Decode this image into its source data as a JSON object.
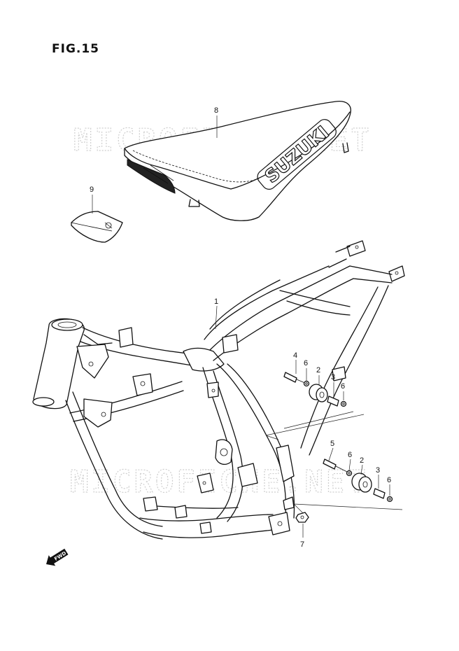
{
  "figure": {
    "title": "FIG.15"
  },
  "watermarks": [
    "MICROFICHE.NET",
    "MICROFICHE.NET"
  ],
  "seat_logo": "SUZUKI",
  "fwd_label": "FWD",
  "callouts": [
    {
      "id": "c1",
      "label": "1"
    },
    {
      "id": "c2a",
      "label": "2"
    },
    {
      "id": "c2b",
      "label": "2"
    },
    {
      "id": "c3a",
      "label": "3"
    },
    {
      "id": "c3b",
      "label": "3"
    },
    {
      "id": "c4",
      "label": "4"
    },
    {
      "id": "c5",
      "label": "5"
    },
    {
      "id": "c6a",
      "label": "6"
    },
    {
      "id": "c6b",
      "label": "6"
    },
    {
      "id": "c6c",
      "label": "6"
    },
    {
      "id": "c6d",
      "label": "6"
    },
    {
      "id": "c7",
      "label": "7"
    },
    {
      "id": "c8",
      "label": "8"
    },
    {
      "id": "c9",
      "label": "9"
    }
  ]
}
